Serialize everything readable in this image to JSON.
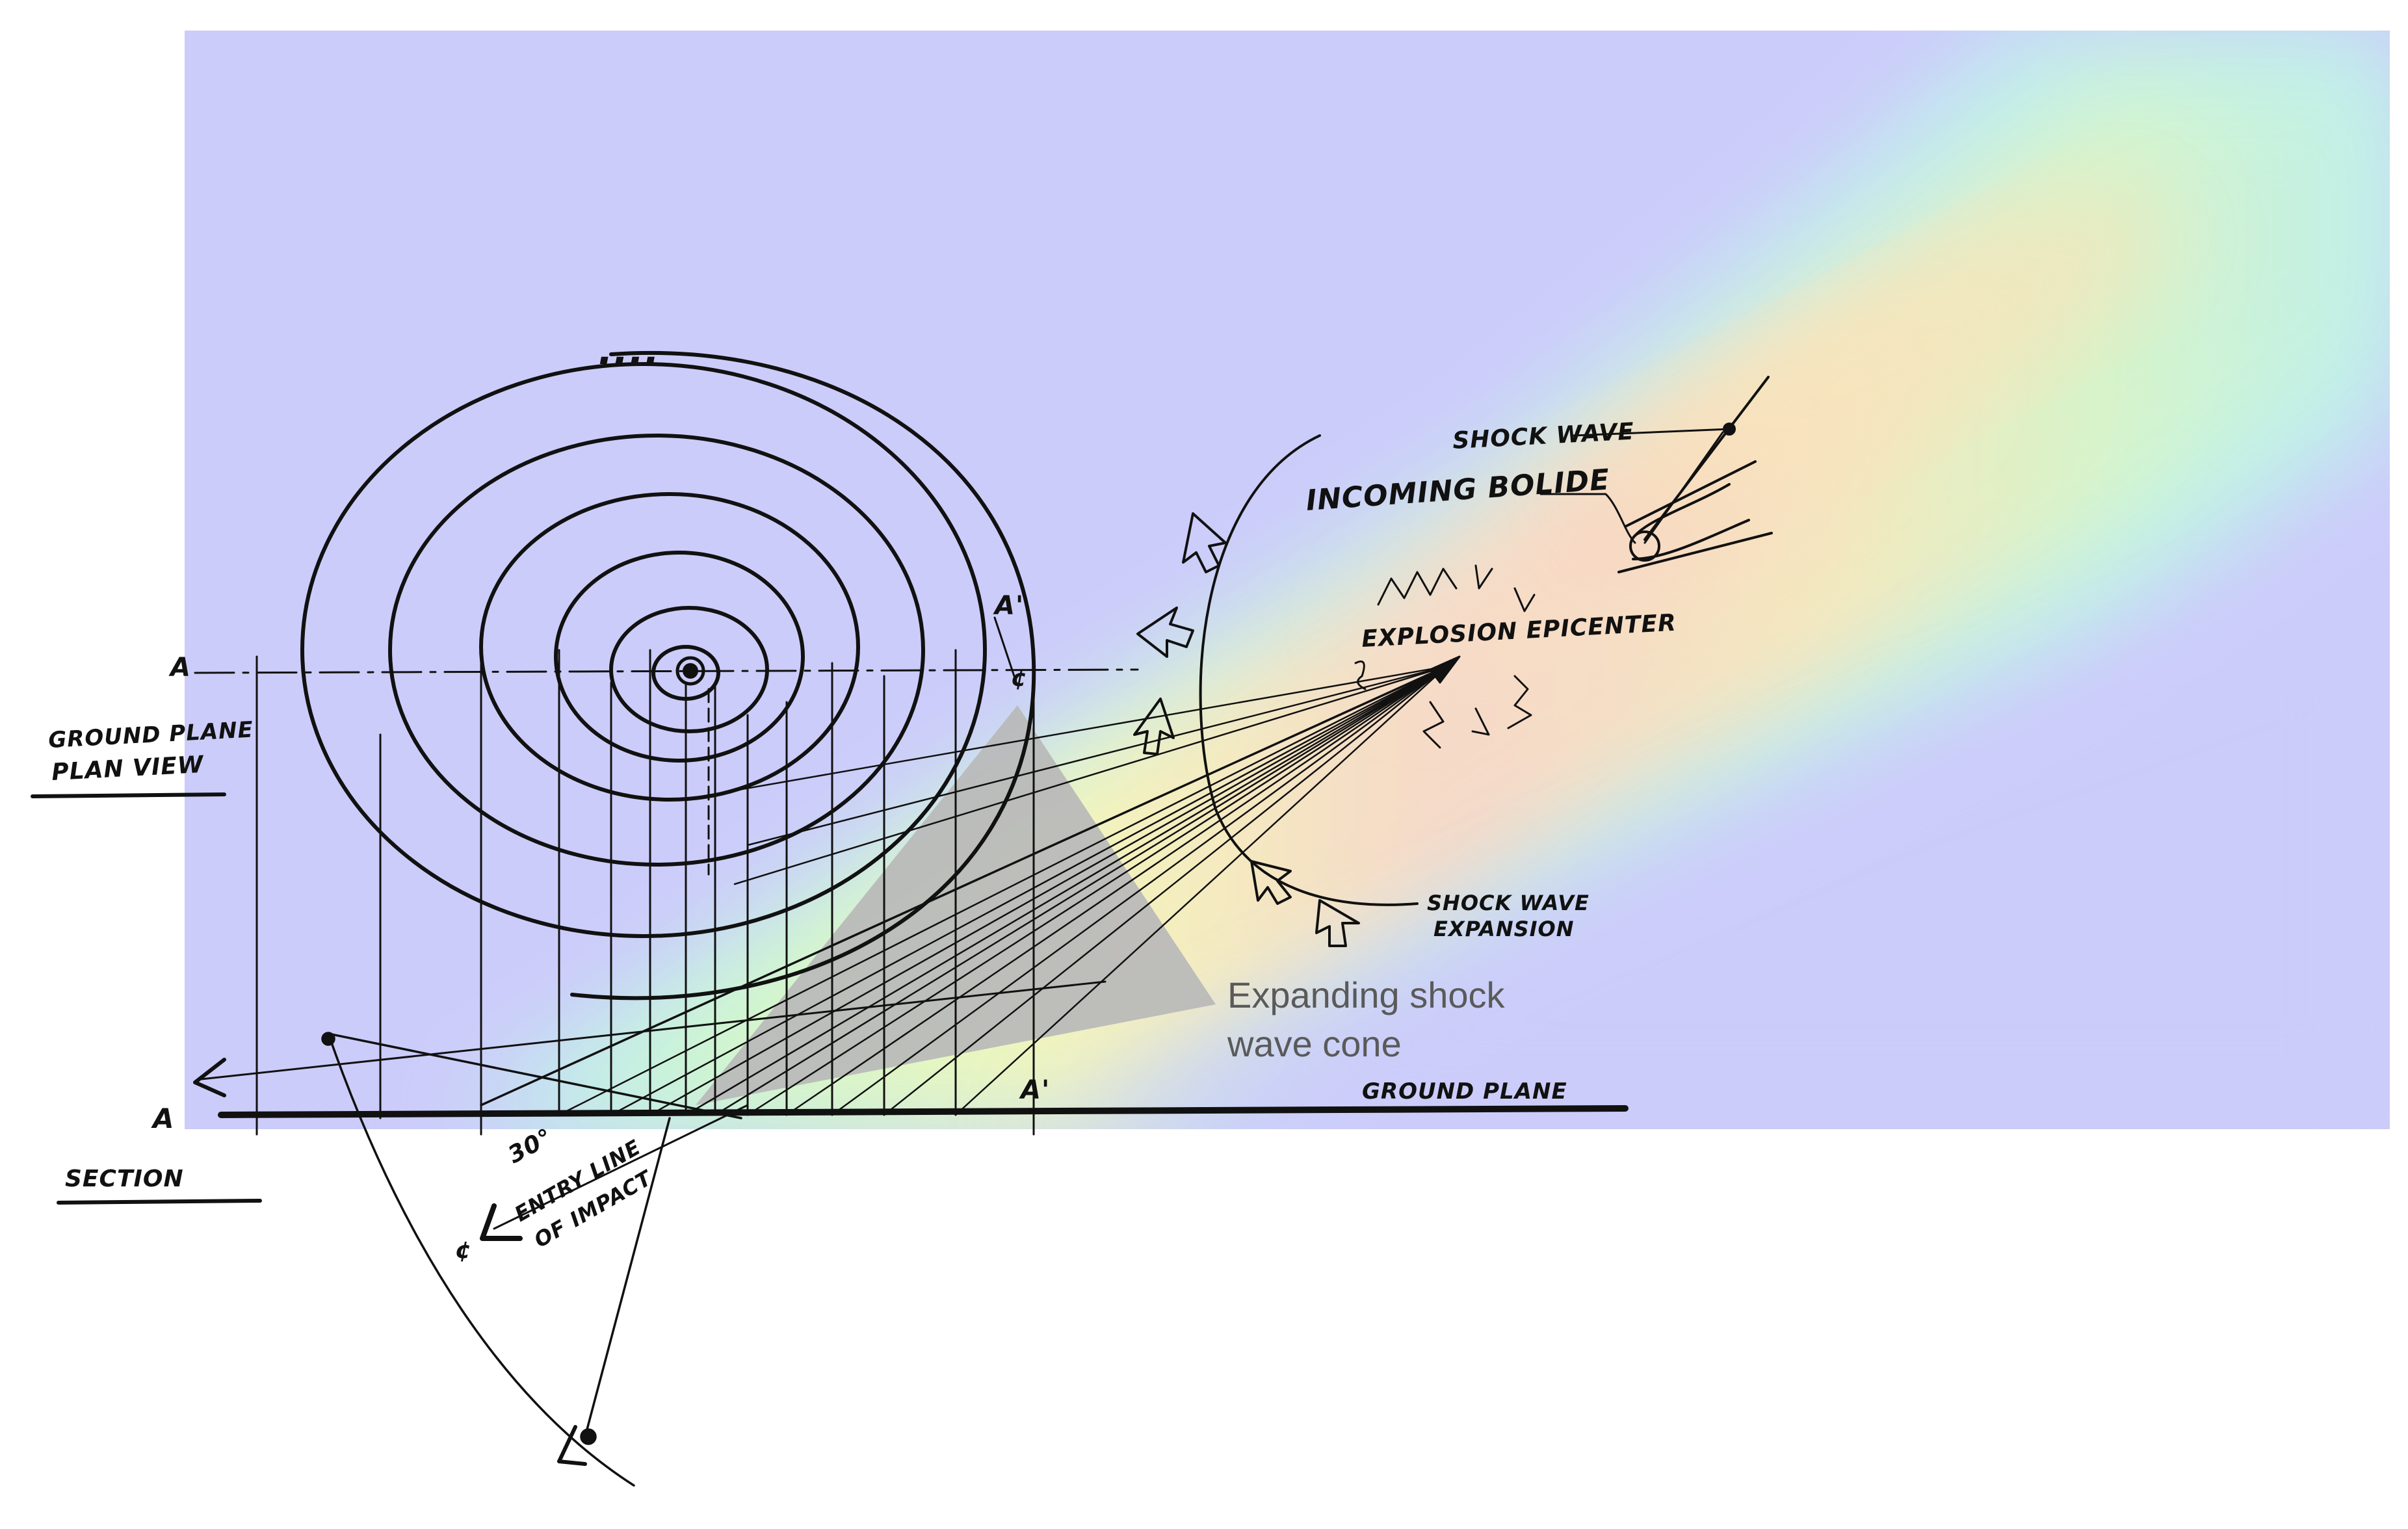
{
  "labels": {
    "ground_plane_plan_view_1": "GROUND PLANE",
    "ground_plane_plan_view_2": "PLAN VIEW",
    "section": "SECTION",
    "section_marker_left": "A",
    "section_marker_top_left": "A",
    "section_marker_top_right": "A'",
    "section_marker_bottom_right": "A'",
    "shock_wave": "SHOCK WAVE",
    "incoming_bolide": "INCOMING BOLIDE",
    "explosion_epicenter": "EXPLOSION EPICENTER",
    "shock_wave_expansion_1": "SHOCK WAVE",
    "shock_wave_expansion_2": "EXPANSION",
    "ground_plane": "GROUND PLANE",
    "entry_angle": "30°",
    "entry_line_1": "ENTRY LINE",
    "entry_line_2": "OF IMPACT",
    "expanding_cone_1": "Expanding shock",
    "expanding_cone_2": "wave cone",
    "dots": "....",
    "cl_mark": "¢"
  },
  "colors": {
    "sky": "#ccccfa",
    "cone_fill": "#b9b9b9",
    "ink": "#111111",
    "caption": "#5a5a5a"
  }
}
